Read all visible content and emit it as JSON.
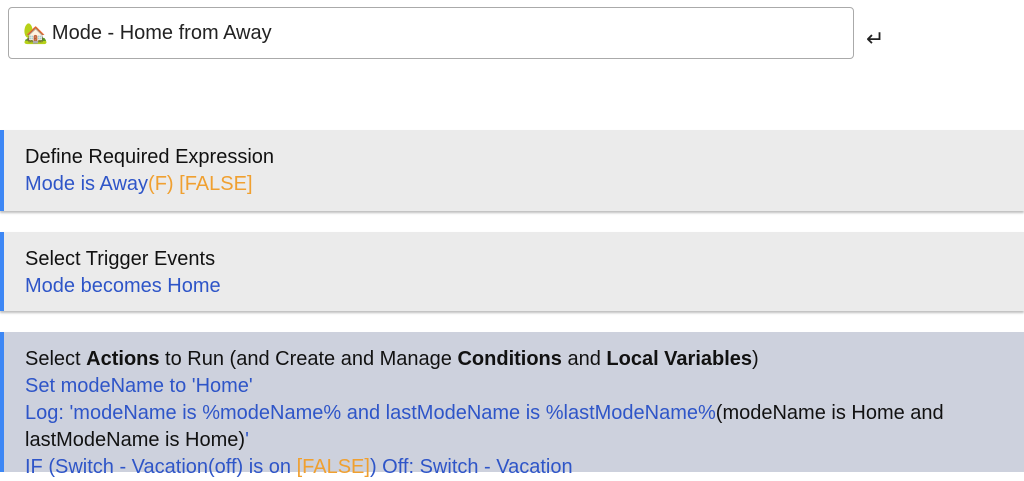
{
  "rule_name": {
    "icon": "house-with-garden-icon",
    "emoji": "🏡",
    "value": "Mode - Home from Away"
  },
  "enter_icon": "return-icon",
  "required_expression": {
    "title": "Define Required Expression",
    "expression": "Mode is Away",
    "state_short": "(F)",
    "state": " [FALSE]"
  },
  "trigger_events": {
    "title": "Select Trigger Events",
    "events": [
      "Mode becomes Home"
    ]
  },
  "actions": {
    "title_parts": [
      "Select ",
      "Actions",
      " to Run (and Create and Manage ",
      "Conditions",
      " and ",
      "Local Variables",
      ")"
    ],
    "lines": {
      "set": "Set modeName to 'Home'",
      "log_prefix": "Log: 'modeName is %modeName% and lastModeName is %lastModeName%",
      "log_eval": "(modeName is Home and lastModeName is Home)",
      "log_suffix": "'",
      "if_prefix": "IF (Switch - Vacation(off) is on ",
      "if_state": "[FALSE]",
      "if_suffix": ") Off: Switch - Vacation"
    }
  },
  "colors": {
    "accent": "#3d87f5",
    "link": "#2e55c8",
    "false_state": "#f0a030"
  }
}
